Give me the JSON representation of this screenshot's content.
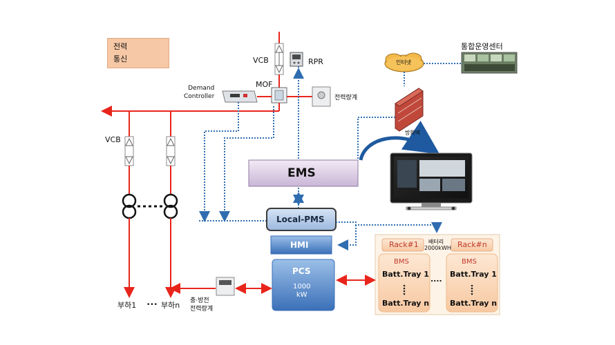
{
  "legend": {
    "power_label": "전력",
    "comm_label": "통신",
    "power_color": "#e8251b",
    "comm_color": "#2f6db0"
  },
  "grid": {
    "vcb_top": "VCB",
    "rpr": "RPR",
    "mof": "MOF",
    "demand_controller": "Demand\nController",
    "power_meter": "전력량계",
    "vcb_left": "VCB"
  },
  "network": {
    "internet": "인터넷",
    "ops_center": "통합운영센터",
    "firewall": "방화벽"
  },
  "system": {
    "ems": "EMS",
    "local_pms": "Local-PMS",
    "hmi": "HMI",
    "pcs": "PCS",
    "pcs_rating": "1000\nkW"
  },
  "battery": {
    "rack1": "Rack#1",
    "rackn": "Rack#n",
    "capacity_line1": "배터리",
    "capacity_line2": "2000kWH",
    "bms": "BMS",
    "tray1": "Batt.Tray 1",
    "trayn": "Batt.Tray n",
    "ellipsis": "...."
  },
  "loads": {
    "load1": "부하1",
    "dots": "•••",
    "loadn": "부하n",
    "meter_line1": "충·방전",
    "meter_line2": "전력량계"
  }
}
